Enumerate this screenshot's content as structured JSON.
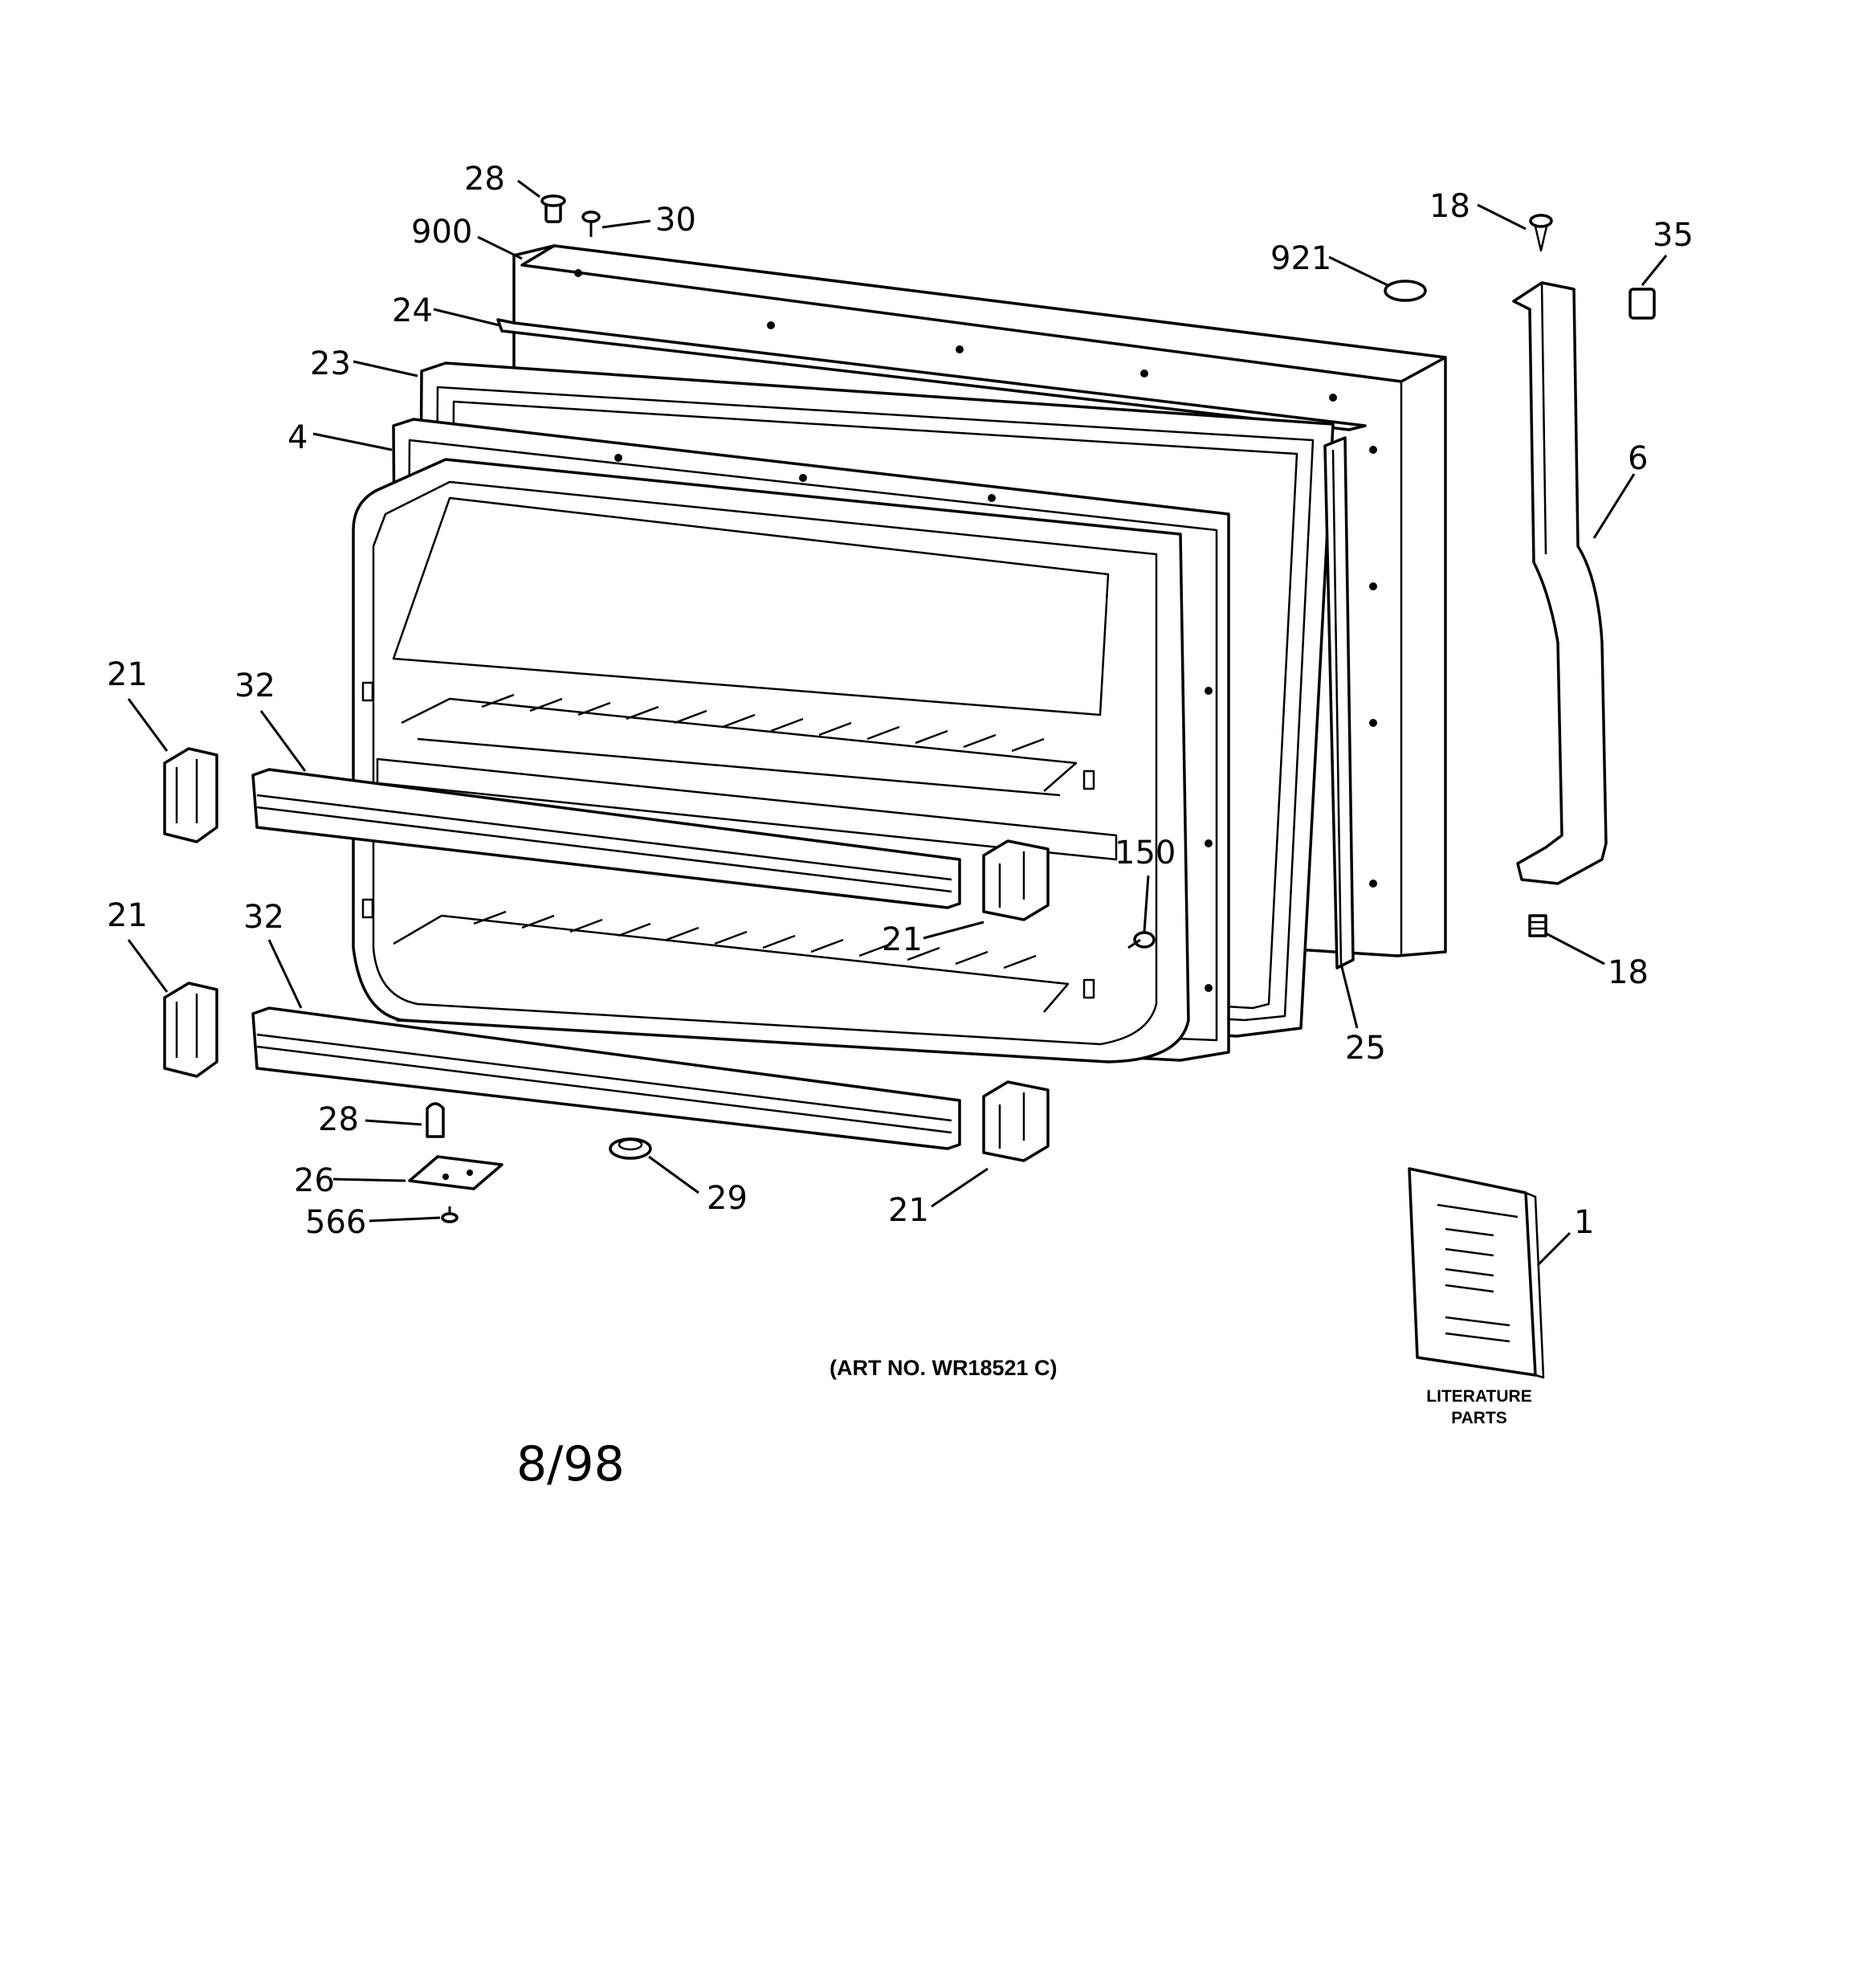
{
  "callouts": {
    "c28_top": "28",
    "c30": "30",
    "c900": "900",
    "c24": "24",
    "c23": "23",
    "c4": "4",
    "c18_top": "18",
    "c921": "921",
    "c35": "35",
    "c6": "6",
    "c21_a": "21",
    "c32_a": "32",
    "c21_b": "21",
    "c32_b": "32",
    "c150": "150",
    "c21_c": "21",
    "c18_bottom": "18",
    "c25": "25",
    "c28_bottom": "28",
    "c26": "26",
    "c566": "566",
    "c29": "29",
    "c21_d": "21",
    "c1": "1"
  },
  "art_number": "(ART NO. WR18521 C)",
  "literature": {
    "line1": "LITERATURE",
    "line2": "PARTS"
  },
  "date": "8/98"
}
